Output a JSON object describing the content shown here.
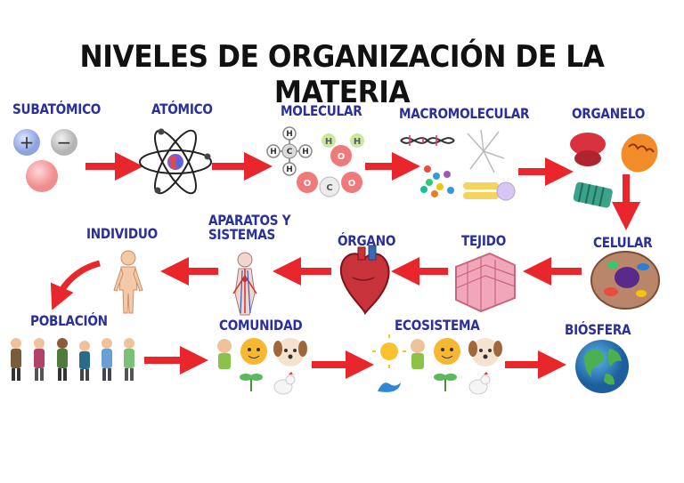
{
  "title": "NIVELES DE ORGANIZACIÓN DE LA MATERIA",
  "levels": {
    "subatomico": "SUBATÓMICO",
    "atomico": "ATÓMICO",
    "molecular": "MOLECULAR",
    "macromolecular": "MACROMOLECULAR",
    "organelo": "ORGANELO",
    "celular": "CELULAR",
    "tejido": "TEJIDO",
    "organo": "ÓRGANO",
    "aparatos_line1": "APARATOS Y",
    "aparatos_line2": "SISTEMAS",
    "individuo": "INDIVIDUO",
    "poblacion": "POBLACIÓN",
    "comunidad": "COMUNIDAD",
    "ecosistema": "ECOSISTEMA",
    "biosfera": "BIÓSFERA"
  },
  "particles": {
    "proton": "+",
    "electron": "−"
  },
  "molecule_atoms": {
    "hydrogen": "H",
    "carbon": "C",
    "oxygen": "O"
  },
  "colors": {
    "title": "#111111",
    "label": "#2a2f9c",
    "arrow": "#e8262b"
  }
}
